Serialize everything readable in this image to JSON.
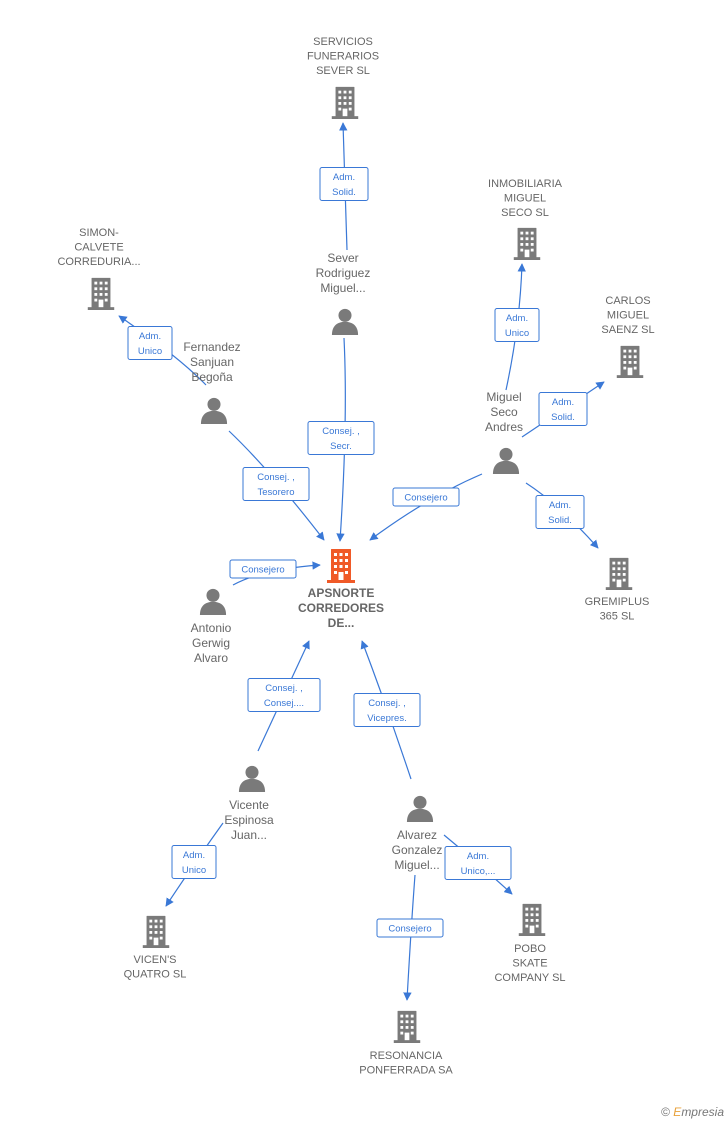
{
  "colors": {
    "edge": "#3a78d6",
    "node_gray": "#7a7a7a",
    "central": "#f05a28",
    "text": "#666666"
  },
  "nodes": [
    {
      "id": "apsnorte",
      "kind": "central-company",
      "icon": "building-icon",
      "lines": [
        "APSNORTE",
        "CORREDORES",
        "DE..."
      ]
    },
    {
      "id": "servicios",
      "kind": "company",
      "icon": "building-icon",
      "lines": [
        "SERVICIOS",
        "FUNERARIOS",
        "SEVER  SL"
      ]
    },
    {
      "id": "inmobiliaria",
      "kind": "company",
      "icon": "building-icon",
      "lines": [
        "INMOBILIARIA",
        "MIGUEL",
        "SECO SL"
      ]
    },
    {
      "id": "simon",
      "kind": "company",
      "icon": "building-icon",
      "lines": [
        "SIMON-",
        "CALVETE",
        "CORREDURIA..."
      ]
    },
    {
      "id": "carlos",
      "kind": "company",
      "icon": "building-icon",
      "lines": [
        "CARLOS",
        "MIGUEL",
        "SAENZ SL"
      ]
    },
    {
      "id": "gremiplus",
      "kind": "company",
      "icon": "building-icon",
      "lines": [
        "GREMIPLUS",
        "365  SL"
      ]
    },
    {
      "id": "vicens",
      "kind": "company",
      "icon": "building-icon",
      "lines": [
        "VICEN'S",
        "QUATRO  SL"
      ]
    },
    {
      "id": "pobo",
      "kind": "company",
      "icon": "building-icon",
      "lines": [
        "POBO",
        "SKATE",
        "COMPANY  SL"
      ]
    },
    {
      "id": "resonancia",
      "kind": "company",
      "icon": "building-icon",
      "lines": [
        "RESONANCIA",
        "PONFERRADA SA"
      ]
    },
    {
      "id": "sever",
      "kind": "person",
      "icon": "person-icon",
      "lines": [
        "Sever",
        "Rodriguez",
        "Miguel..."
      ]
    },
    {
      "id": "fernandez",
      "kind": "person",
      "icon": "person-icon",
      "lines": [
        "Fernandez",
        "Sanjuan",
        "Begoña"
      ]
    },
    {
      "id": "miguel",
      "kind": "person",
      "icon": "person-icon",
      "lines": [
        "Miguel",
        "Seco",
        "Andres"
      ]
    },
    {
      "id": "antonio",
      "kind": "person",
      "icon": "person-icon",
      "lines": [
        "Antonio",
        "Gerwig",
        "Alvaro"
      ]
    },
    {
      "id": "vicente",
      "kind": "person",
      "icon": "person-icon",
      "lines": [
        "Vicente",
        "Espinosa",
        "Juan..."
      ]
    },
    {
      "id": "alvarez",
      "kind": "person",
      "icon": "person-icon",
      "lines": [
        "Alvarez",
        "Gonzalez",
        "Miguel..."
      ]
    }
  ],
  "edges": [
    {
      "from": "sever",
      "to": "servicios",
      "role": [
        "Adm.",
        "Solid."
      ]
    },
    {
      "from": "sever",
      "to": "apsnorte",
      "role": [
        "Consej. ,",
        "Secr."
      ]
    },
    {
      "from": "fernandez",
      "to": "simon",
      "role": [
        "Adm.",
        "Unico"
      ]
    },
    {
      "from": "fernandez",
      "to": "apsnorte",
      "role": [
        "Consej. ,",
        "Tesorero"
      ]
    },
    {
      "from": "miguel",
      "to": "inmobiliaria",
      "role": [
        "Adm.",
        "Unico"
      ]
    },
    {
      "from": "miguel",
      "to": "carlos",
      "role": [
        "Adm.",
        "Solid."
      ]
    },
    {
      "from": "miguel",
      "to": "apsnorte",
      "role": [
        "Consejero"
      ]
    },
    {
      "from": "miguel",
      "to": "gremiplus",
      "role": [
        "Adm.",
        "Solid."
      ]
    },
    {
      "from": "antonio",
      "to": "apsnorte",
      "role": [
        "Consejero"
      ]
    },
    {
      "from": "vicente",
      "to": "apsnorte",
      "role": [
        "Consej. ,",
        "Consej...."
      ]
    },
    {
      "from": "vicente",
      "to": "vicens",
      "role": [
        "Adm.",
        "Unico"
      ]
    },
    {
      "from": "alvarez",
      "to": "apsnorte",
      "role": [
        "Consej. ,",
        "Vicepres."
      ]
    },
    {
      "from": "alvarez",
      "to": "pobo",
      "role": [
        "Adm.",
        "Unico,..."
      ]
    },
    {
      "from": "alvarez",
      "to": "resonancia",
      "role": [
        "Consejero"
      ]
    }
  ],
  "footer": {
    "copyright": "©",
    "brand_initial": "E",
    "brand_rest": "mpresia"
  }
}
